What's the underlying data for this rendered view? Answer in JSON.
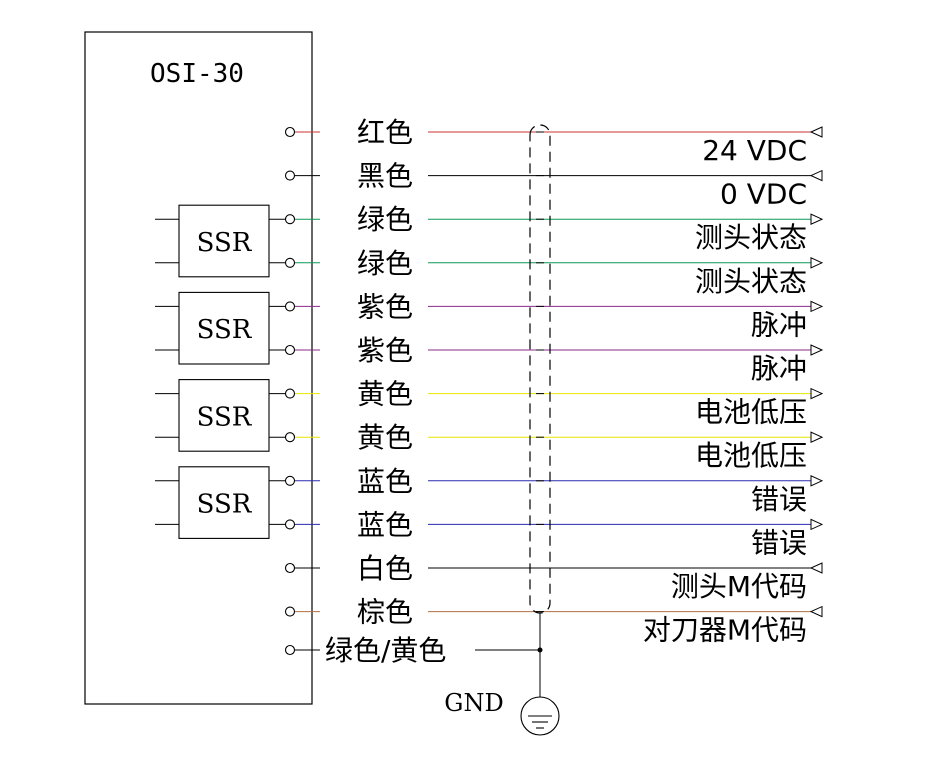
{
  "device": {
    "title": "OSI-30"
  },
  "ssr_label": "SSR",
  "wires": [
    {
      "color_name": "红色",
      "color": "#cc3333",
      "signal": "24 VDC",
      "arrow": "in"
    },
    {
      "color_name": "黑色",
      "color": "#000000",
      "signal": "0 VDC",
      "arrow": "in"
    },
    {
      "color_name": "绿色",
      "color": "#0a9a5a",
      "signal": "测头状态",
      "arrow": "out"
    },
    {
      "color_name": "绿色",
      "color": "#0a9a5a",
      "signal": "测头状态",
      "arrow": "out"
    },
    {
      "color_name": "紫色",
      "color": "#8a2a8a",
      "signal": "脉冲",
      "arrow": "out"
    },
    {
      "color_name": "紫色",
      "color": "#8a2a8a",
      "signal": "脉冲",
      "arrow": "out"
    },
    {
      "color_name": "黄色",
      "color": "#e6e600",
      "signal": "电池低压",
      "arrow": "out"
    },
    {
      "color_name": "黄色",
      "color": "#e6e600",
      "signal": "电池低压",
      "arrow": "out"
    },
    {
      "color_name": "蓝色",
      "color": "#2a2ab0",
      "signal": "错误",
      "arrow": "out"
    },
    {
      "color_name": "蓝色",
      "color": "#2a2ab0",
      "signal": "错误",
      "arrow": "out"
    },
    {
      "color_name": "白色",
      "color": "#000000",
      "signal": "测头M代码",
      "arrow": "in"
    },
    {
      "color_name": "棕色",
      "color": "#b07040",
      "signal": "对刀器M代码",
      "arrow": "in"
    }
  ],
  "ground_wire": {
    "color_name": "绿色/黄色"
  },
  "gnd_label": "GND"
}
